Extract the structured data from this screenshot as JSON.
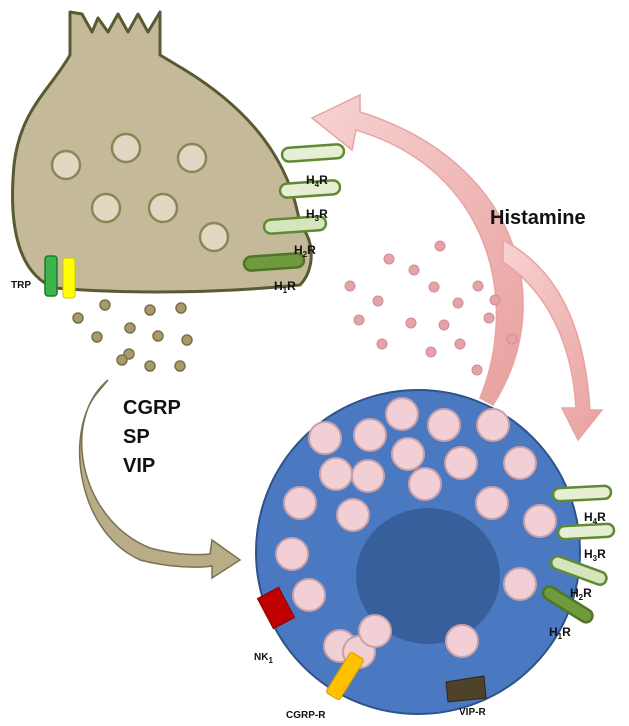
{
  "mediators": [
    "CGRP",
    "SP",
    "VIP"
  ],
  "histamine_label": "Histamine",
  "trp_label": "TRP",
  "neuron_receptors": [
    {
      "base": "H",
      "sub": "4",
      "suffix": "R"
    },
    {
      "base": "H",
      "sub": "3",
      "suffix": "R"
    },
    {
      "base": "H",
      "sub": "2",
      "suffix": "R"
    },
    {
      "base": "H",
      "sub": "1",
      "suffix": "R"
    }
  ],
  "mast_receptors": [
    {
      "base": "H",
      "sub": "4",
      "suffix": "R"
    },
    {
      "base": "H",
      "sub": "3",
      "suffix": "R"
    },
    {
      "base": "H",
      "sub": "2",
      "suffix": "R"
    },
    {
      "base": "H",
      "sub": "1",
      "suffix": "R"
    }
  ],
  "nk1_label": {
    "base": "NK",
    "sub": "1"
  },
  "cgrp_r_label": "CGRP-R",
  "vip_r_label": "VIP-R",
  "colors": {
    "neuron_fill": "#c4b998",
    "neuron_stroke": "#5a5a32",
    "neuron_vesicle": "#e0d8c3",
    "neuropeptide_dot": "#a89a6a",
    "mast_cell_fill": "#4a79c1",
    "mast_nucleus": "#365f9c",
    "mast_granule": "#f2cfd4",
    "histamine_dot": "#e3a3a8",
    "histamine_arrow": "#f0b8b6",
    "mediator_arrow": "#b8ad87",
    "receptor_light": "#e6efd3",
    "receptor_dark": "#5f8a34",
    "trp_green": "#3cb44b",
    "trp_yellow": "#ffff00",
    "nk1_red": "#c00000",
    "cgrp_r_orange": "#ffc000",
    "vip_r_brown": "#4e4228"
  }
}
